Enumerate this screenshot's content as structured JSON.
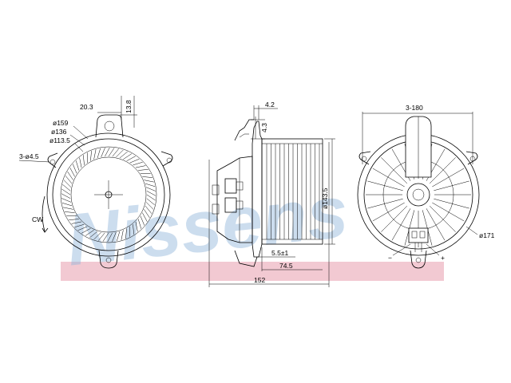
{
  "watermark": {
    "text": "Nissens",
    "band_color": "#f2c9d2",
    "text_color": "#8fb3da"
  },
  "front_view": {
    "labels": {
      "w1": "20.3",
      "h1": "13.8",
      "d1": "ø159",
      "d2": "ø136",
      "d3": "ø113.5",
      "holes": "3-ø4.5",
      "rotation": "CW"
    }
  },
  "side_view": {
    "labels": {
      "t1": "4.2",
      "t2": "4.3",
      "dia": "ø143.5",
      "gap": "5.5±1",
      "len1": "74.5",
      "len2": "152"
    }
  },
  "rear_view": {
    "labels": {
      "angle": "3-180",
      "dia": "ø171",
      "minus": "−",
      "plus": "+"
    }
  }
}
